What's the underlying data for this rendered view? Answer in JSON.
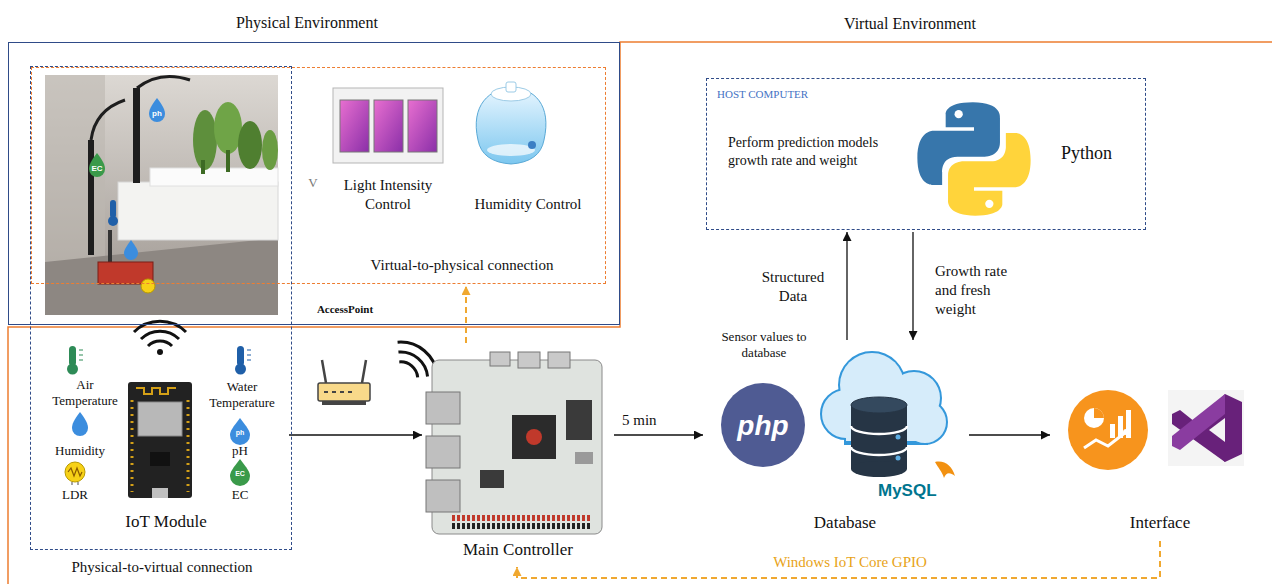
{
  "diagram": {
    "nodes": [
      {
        "text": [
          "Physical Environment"
        ]
      },
      {
        "text": [
          "Virtual-to-physical connection"
        ],
        "in": 0
      },
      {
        "text": [
          "Light Intensity Control"
        ],
        "in": 1
      },
      {
        "text": [
          "Humidity Control"
        ],
        "in": 1
      },
      {
        "text": [
          "Physical-to-virtual connection"
        ]
      },
      {
        "text": [
          "IoT Module"
        ],
        "in": 4
      },
      {
        "text": [
          "Main Controller"
        ]
      },
      {
        "text": [
          "Virtual Environment"
        ]
      },
      {
        "text": [
          "HOST COMPUTER",
          "Perform prediction models growth rate and weight",
          "Python"
        ],
        "in": 7
      },
      {
        "text": [
          "Database"
        ],
        "in": 7
      },
      {
        "text": [
          "Interface"
        ],
        "in": 7
      }
    ],
    "edges": [
      {
        "from": 5,
        "to": 6,
        "arrow": "to"
      },
      {
        "from": 6,
        "to": 9,
        "label": "5 min",
        "arrow": "to"
      },
      {
        "from": 9,
        "to": 8,
        "label": "Structured Data",
        "arrow": "to"
      },
      {
        "from": 8,
        "to": 9,
        "label": "Growth rate and fresh weight",
        "arrow": "to"
      },
      {
        "from": 9,
        "to": 10,
        "arrow": "to"
      },
      {
        "from": 10,
        "to": 6,
        "label": "Windows IoT Core GPIO",
        "arrow": "to"
      },
      {
        "from": 6,
        "to": 1,
        "arrow": "to"
      }
    ],
    "labels": [
      "ph",
      "EC",
      "V",
      "Air Temperature",
      "Humidity",
      "LDR",
      "Water Temperature",
      "pH",
      "EC",
      "ph",
      "EC",
      "AccessPoint",
      "Sensor values to database",
      "php",
      "MySQL"
    ]
  }
}
